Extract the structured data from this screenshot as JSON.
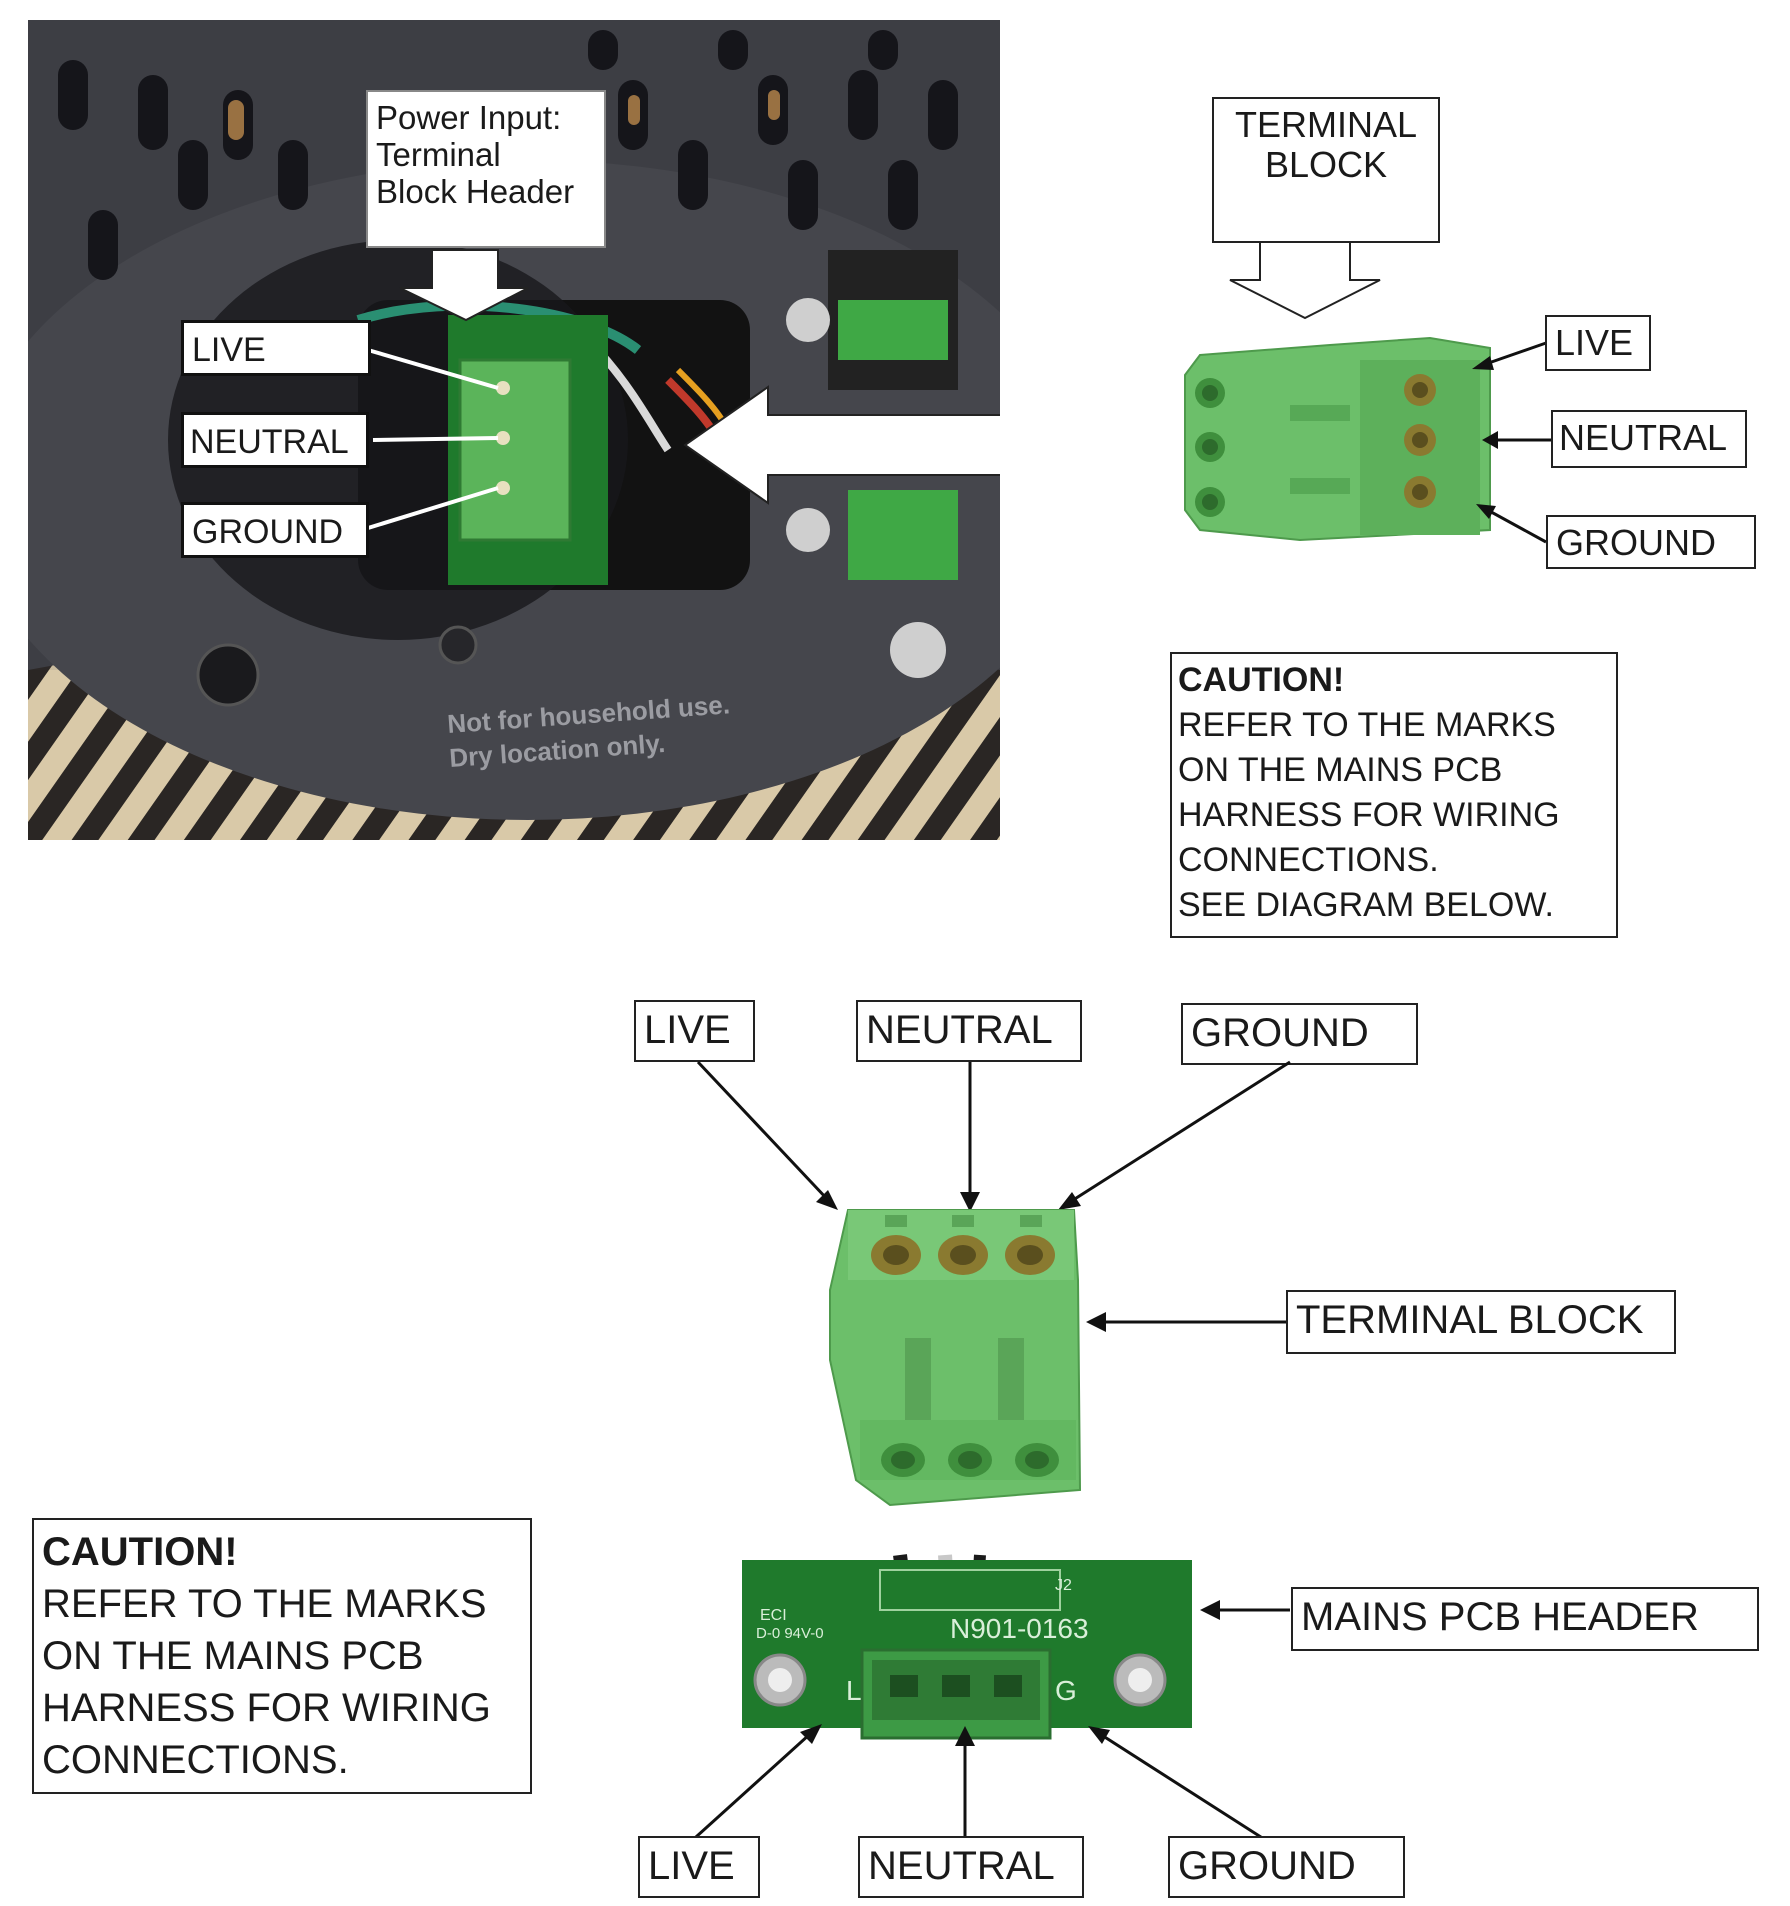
{
  "photo": {
    "callout": {
      "line1": "Power Input:",
      "line2": "Terminal",
      "line3": "Block Header"
    },
    "labels": {
      "live": "LIVE",
      "neutral": "NEUTRAL",
      "ground": "GROUND"
    },
    "housing_text": {
      "line1": "Not for household use.",
      "line2": "Dry location only."
    }
  },
  "side_view": {
    "title": {
      "line1": "TERMINAL",
      "line2": "BLOCK"
    },
    "labels": {
      "live": "LIVE",
      "neutral": "NEUTRAL",
      "ground": "GROUND"
    }
  },
  "caution_top": {
    "heading": "CAUTION!",
    "lines": [
      "REFER TO THE MARKS",
      "ON THE MAINS PCB",
      "HARNESS FOR WIRING",
      "CONNECTIONS.",
      "SEE DIAGRAM BELOW."
    ]
  },
  "front_view": {
    "labels": {
      "live": "LIVE",
      "neutral": "NEUTRAL",
      "ground": "GROUND",
      "terminal_block": "TERMINAL BLOCK"
    }
  },
  "pcb_view": {
    "labels": {
      "live": "LIVE",
      "neutral": "NEUTRAL",
      "ground": "GROUND",
      "header": "MAINS PCB HEADER"
    },
    "silkscreen": {
      "maker": "ECI",
      "rating": "D-0 94V-0",
      "part": "N901-0163",
      "ref": "J2",
      "l": "L",
      "g": "G"
    }
  },
  "caution_bottom": {
    "heading": "CAUTION!",
    "lines": [
      "REFER TO THE MARKS",
      "ON THE MAINS PCB",
      "HARNESS FOR WIRING",
      "CONNECTIONS."
    ]
  },
  "colors": {
    "terminal_green": "#6cbf6a",
    "pcb_green": "#1f7a2c",
    "housing": "#3d3e44"
  }
}
